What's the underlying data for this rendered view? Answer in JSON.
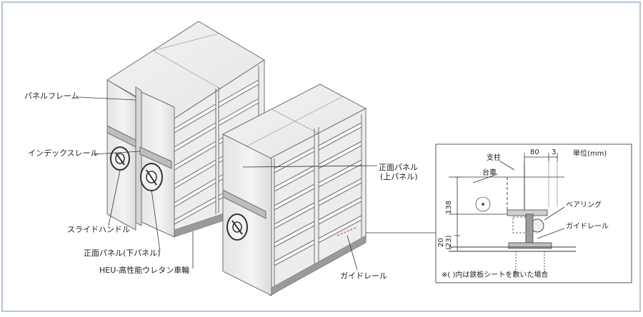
{
  "labels": {
    "panel_frame": "パネルフレーム",
    "index_rail": "インデックスレール",
    "slide_handle": "スライドハンドル",
    "front_panel_lower": "正面パネル(下パネル)",
    "heu_wheel": "HEU-高性能ウレタン車輪",
    "front_panel_upper_1": "正面パネル",
    "front_panel_upper_2": "(上パネル)",
    "guide_rail": "ガイドレール"
  },
  "detail": {
    "unit": "単位(mm)",
    "post": "支柱",
    "carriage": "台車",
    "bearing": "ベアリング",
    "guide_rail": "ガイドレール",
    "dim_80": "80",
    "dim_3": "3",
    "dim_138": "138",
    "dim_20": "20",
    "dim_23": "(23)",
    "note": "※(  )内は鉄板シートを敷いた場合"
  }
}
